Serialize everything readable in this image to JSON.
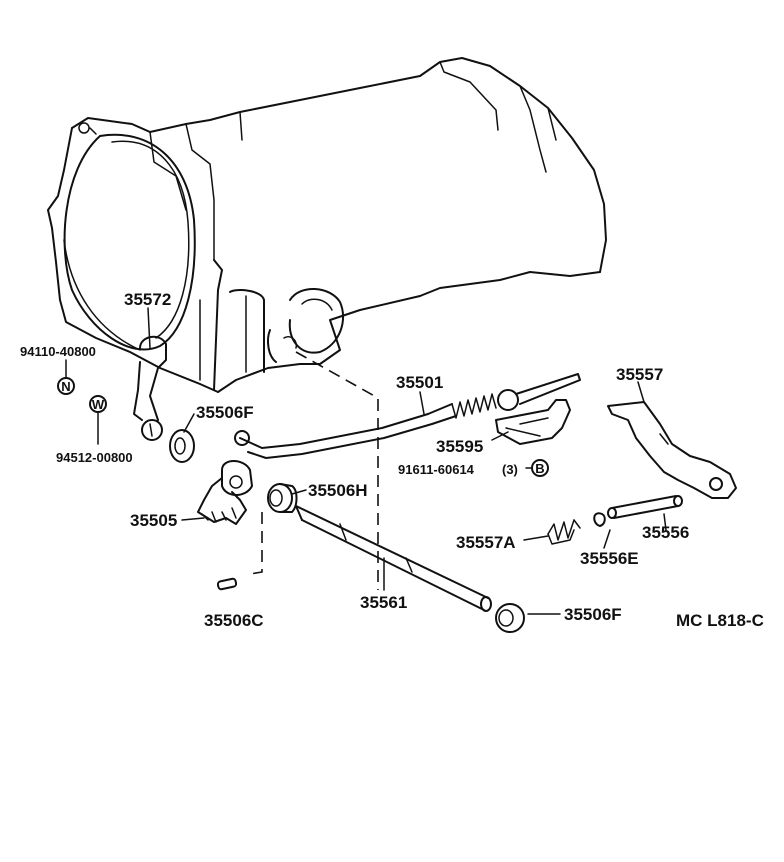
{
  "labels": {
    "p35572": "35572",
    "p94110": "94110-40800",
    "symN": "N",
    "symW": "W",
    "p94512": "94512-00800",
    "p35506F_a": "35506F",
    "p35505": "35505",
    "p35506H": "35506H",
    "p35506C": "35506C",
    "p35561": "35561",
    "p35506F_b": "35506F",
    "p35501": "35501",
    "p35595": "35595",
    "p91611": "91611-60614",
    "qty91611": "(3)",
    "symB": "B",
    "p35557": "35557",
    "p35557A": "35557A",
    "p35556E": "35556E",
    "p35556": "35556",
    "code": "MC L818-C"
  }
}
